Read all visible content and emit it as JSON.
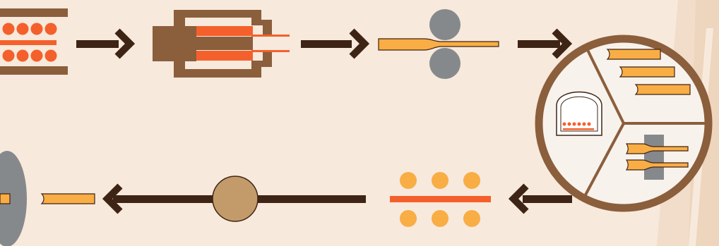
{
  "diagram": {
    "background": "#f7e9dc",
    "colors": {
      "brown": "#8b5e3c",
      "dark_arrow": "#3e2415",
      "orange_red": "#f4602b",
      "amber": "#f9ad45",
      "gray": "#86898c",
      "tan": "#c39a6a",
      "cream": "#f8f2ec",
      "sheen": "#f1ddc9"
    },
    "steps": [
      {
        "id": "heating",
        "icon": "billet-furnace-icon"
      },
      {
        "id": "extrusion",
        "icon": "extrusion-press-icon"
      },
      {
        "id": "rolling",
        "icon": "rolling-mill-icon"
      },
      {
        "id": "finishing-options",
        "icon": "three-way-circle-icon",
        "sections": [
          "annealing-furnace",
          "cut-lengths",
          "drawing-die"
        ]
      },
      {
        "id": "wire-spacing",
        "icon": "orange-dots-bar-icon"
      },
      {
        "id": "coil",
        "icon": "tan-circle-icon"
      },
      {
        "id": "final-product",
        "icon": "gray-disc-rod-icon"
      }
    ]
  }
}
